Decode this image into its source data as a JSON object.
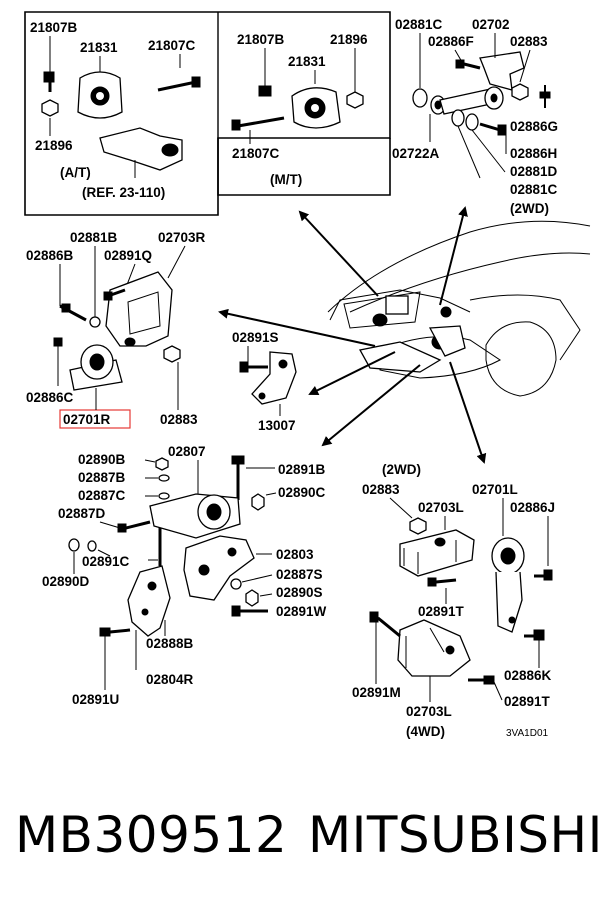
{
  "diagram": {
    "code": "3VA1D01",
    "at_box": {
      "labels": [
        "21807B",
        "21831",
        "21807C",
        "21896"
      ],
      "note_type": "(A/T)",
      "note_ref": "(REF. 23-110)"
    },
    "mt_box": {
      "labels": [
        "21807B",
        "21896",
        "21831",
        "21807C"
      ],
      "note_type": "(M/T)"
    },
    "top_right": {
      "labels": [
        "02881C",
        "02702",
        "02886F",
        "02883",
        "02886G",
        "02722A",
        "02886H",
        "02881D",
        "02881C"
      ],
      "note": "(2WD)"
    },
    "left_mid": {
      "labels": [
        "02881B",
        "02703R",
        "02886B",
        "02891Q",
        "02886C",
        "02701R",
        "02883"
      ]
    },
    "center_mid": {
      "labels": [
        "02891S",
        "13007"
      ]
    },
    "bottom_left": {
      "labels": [
        "02890B",
        "02807",
        "02887B",
        "02891B",
        "02887C",
        "02890C",
        "02887D",
        "02891C",
        "02890D",
        "02803",
        "02887S",
        "02890S",
        "02891W",
        "02888B",
        "02804R",
        "02891U"
      ]
    },
    "bottom_right": {
      "labels": [
        "02883",
        "02703L",
        "02701L",
        "02886J",
        "02891T",
        "02886K",
        "02891M",
        "02891T",
        "02703L"
      ],
      "note_2wd": "(2WD)",
      "note_4wd": "(4WD)"
    }
  },
  "footer": {
    "part_number": "MB309512",
    "brand": "MITSUBISHI"
  },
  "colors": {
    "highlight": "#e53935",
    "ink": "#000000"
  }
}
